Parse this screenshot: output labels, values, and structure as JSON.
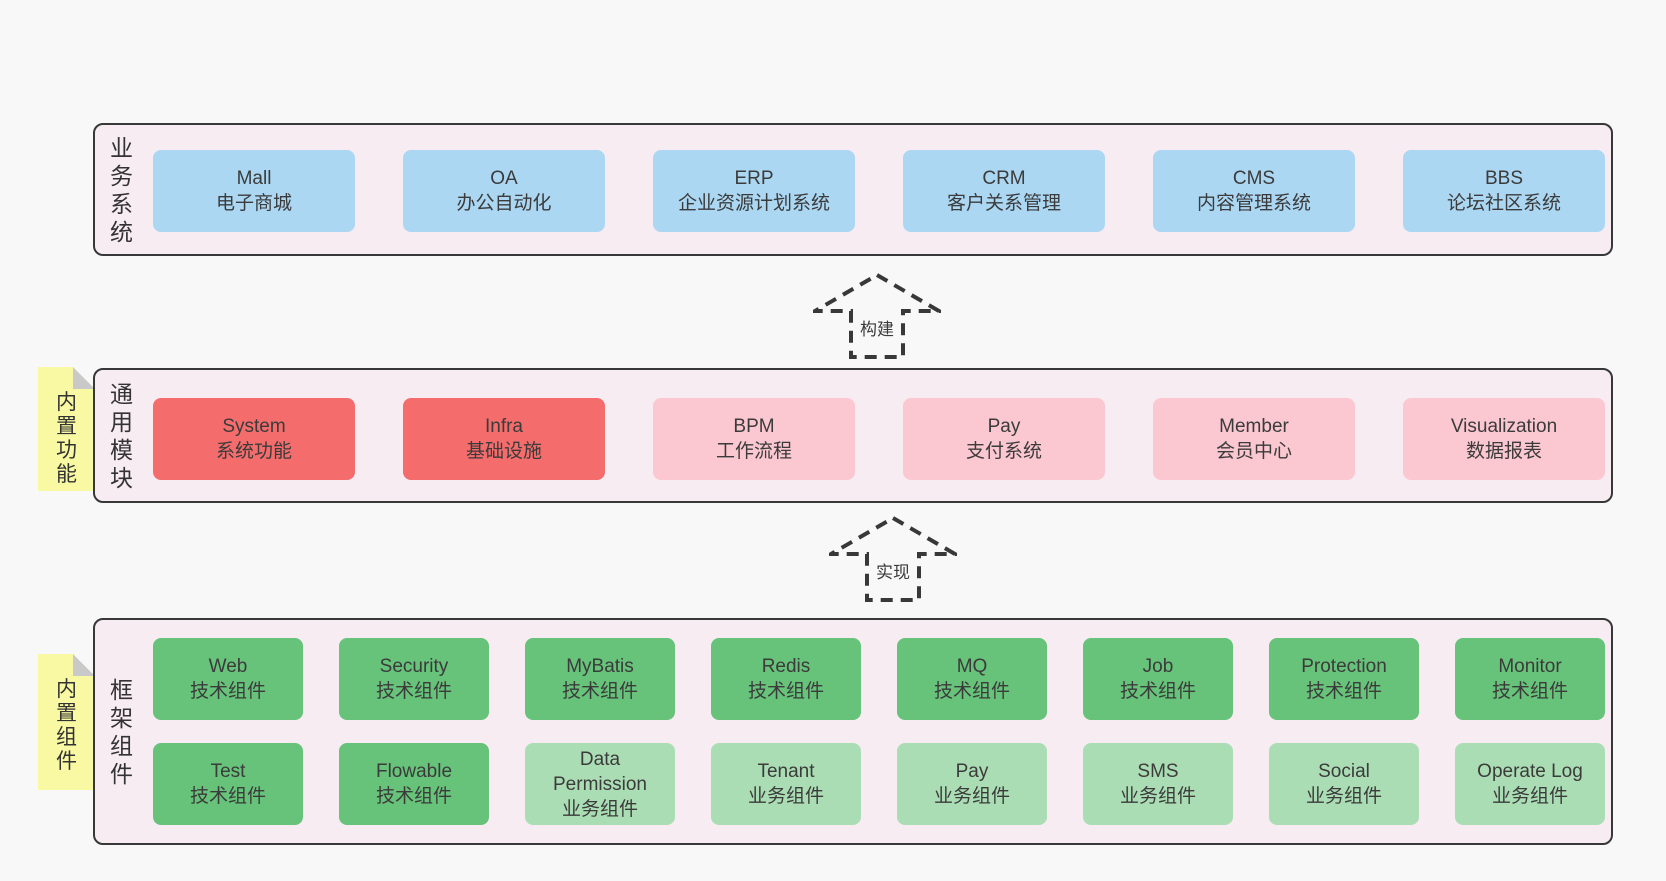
{
  "palette": {
    "page_bg": "#F8F8F8",
    "band_bg": "#F8ECF3",
    "band_border": "#383838",
    "blue": "#ABD7F3",
    "red": "#F56C6C",
    "pink": "#FBC7D1",
    "green": "#67C27A",
    "lightgreen": "#ABDDB5",
    "note_yellow": "#FAF9A3",
    "note_fold": "#C9C9C9",
    "text": "#3B3B3B"
  },
  "arrows": [
    {
      "label": "构建"
    },
    {
      "label": "实现"
    }
  ],
  "bands": [
    {
      "label": "业务系统",
      "boxes": [
        {
          "title": "Mall",
          "subtitle": "电子商城",
          "variant": "blue"
        },
        {
          "title": "OA",
          "subtitle": "办公自动化",
          "variant": "blue"
        },
        {
          "title": "ERP",
          "subtitle": "企业资源计划系统",
          "variant": "blue"
        },
        {
          "title": "CRM",
          "subtitle": "客户关系管理",
          "variant": "blue"
        },
        {
          "title": "CMS",
          "subtitle": "内容管理系统",
          "variant": "blue"
        },
        {
          "title": "BBS",
          "subtitle": "论坛社区系统",
          "variant": "blue"
        }
      ]
    },
    {
      "label": "通用模块",
      "note": "内置功能",
      "boxes": [
        {
          "title": "System",
          "subtitle": "系统功能",
          "variant": "red"
        },
        {
          "title": "Infra",
          "subtitle": "基础设施",
          "variant": "red"
        },
        {
          "title": "BPM",
          "subtitle": "工作流程",
          "variant": "pink"
        },
        {
          "title": "Pay",
          "subtitle": "支付系统",
          "variant": "pink"
        },
        {
          "title": "Member",
          "subtitle": "会员中心",
          "variant": "pink"
        },
        {
          "title": "Visualization",
          "subtitle": "数据报表",
          "variant": "pink"
        }
      ]
    },
    {
      "label": "框架组件",
      "note": "内置组件",
      "rows": [
        [
          {
            "title": "Web",
            "subtitle": "技术组件",
            "variant": "green"
          },
          {
            "title": "Security",
            "subtitle": "技术组件",
            "variant": "green"
          },
          {
            "title": "MyBatis",
            "subtitle": "技术组件",
            "variant": "green"
          },
          {
            "title": "Redis",
            "subtitle": "技术组件",
            "variant": "green"
          },
          {
            "title": "MQ",
            "subtitle": "技术组件",
            "variant": "green"
          },
          {
            "title": "Job",
            "subtitle": "技术组件",
            "variant": "green"
          },
          {
            "title": "Protection",
            "subtitle": "技术组件",
            "variant": "green"
          },
          {
            "title": "Monitor",
            "subtitle": "技术组件",
            "variant": "green"
          }
        ],
        [
          {
            "title": "Test",
            "subtitle": "技术组件",
            "variant": "green"
          },
          {
            "title": "Flowable",
            "subtitle": "技术组件",
            "variant": "green"
          },
          {
            "title": "Data Permission",
            "subtitle": "业务组件",
            "variant": "lightgreen"
          },
          {
            "title": "Tenant",
            "subtitle": "业务组件",
            "variant": "lightgreen"
          },
          {
            "title": "Pay",
            "subtitle": "业务组件",
            "variant": "lightgreen"
          },
          {
            "title": "SMS",
            "subtitle": "业务组件",
            "variant": "lightgreen"
          },
          {
            "title": "Social",
            "subtitle": "业务组件",
            "variant": "lightgreen"
          },
          {
            "title": "Operate Log",
            "subtitle": "业务组件",
            "variant": "lightgreen"
          }
        ]
      ]
    }
  ]
}
